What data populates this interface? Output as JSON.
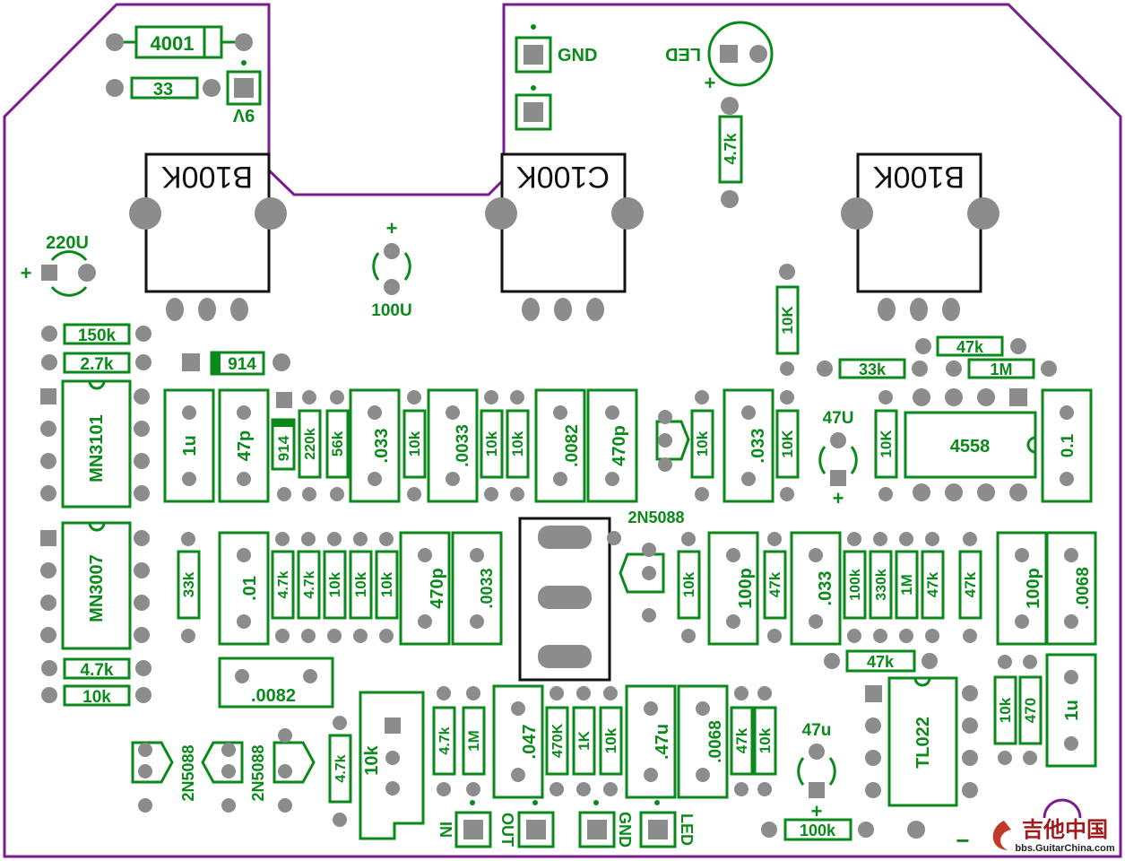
{
  "board": {
    "pots": [
      {
        "label": "B100K"
      },
      {
        "label": "C100K"
      },
      {
        "label": "B100K"
      }
    ],
    "ics": [
      "MN3101",
      "MN3007",
      "4558",
      "TL022"
    ],
    "top": {
      "diode_4001": "4001",
      "res_33": "33",
      "power_9v": "9V",
      "gnd": "GND",
      "led": "LED",
      "led_plus": "+",
      "res_led": "4.7k",
      "cap_220u": "220U",
      "cap_220u_plus": "+",
      "cap_100u": "100U",
      "cap_100u_plus": "+"
    },
    "left": {
      "r150k": "150k",
      "r2_7k": "2.7k",
      "d914": "914",
      "c1u": "1u",
      "c47p": "47p",
      "d914b": "914",
      "r220k": "220k",
      "r56k": "56k",
      "c033a": ".033",
      "r10k_a": "10k",
      "c0033a": ".0033",
      "r10k_b": "10k",
      "r10k_c": "10k",
      "c0082a": ".0082",
      "c470p_a": "470p",
      "r10k_d": "10k",
      "c033b": ".033",
      "r10k_e": "10K",
      "r10k_f": "10K",
      "c47u": "47U",
      "c47u_plus": "+",
      "r10k_g": "10K",
      "r47k_a": "47k",
      "r33k_a": "33k",
      "r1m_a": "1M",
      "c0_1": "0.1"
    },
    "middle": {
      "r33k_b": "33k",
      "c01": ".01",
      "r4_7k_a": "4.7k",
      "r4_7k_b": "4.7k",
      "r10k_h": "10k",
      "r10k_i": "10k",
      "r10k_j": "10k",
      "c470p_b": "470p",
      "c0033b": ".0033",
      "q_2n5088": "2N5088",
      "r10k_k": "10k",
      "c100p_a": "100p",
      "r47k_b": "47k",
      "c033c": ".033",
      "r100k_a": "100k",
      "r330k": "330k",
      "r1m_b": "1M",
      "r47k_c": "47k",
      "r47k_d": "47k",
      "c100p_b": "100p",
      "c0068a": ".0068",
      "r47k_e": "47k"
    },
    "bottom": {
      "r4_7k_c": "4.7k",
      "r10k_l": "10k",
      "c0082b": ".0082",
      "q1": "2N5088",
      "q2": "2N5088",
      "r4_7k_d": "4.7k",
      "pot10k": "10k",
      "r4_7k_e": "4.7k",
      "r1m_c": "1M",
      "c047": ".047",
      "r470k": "470K",
      "r1k": "1K",
      "r10k_m": "10k",
      "c47u_b": ".47u",
      "c0068b": ".0068",
      "r47k_f": "47k",
      "r10k_n": "10k",
      "c47u_c": "47u",
      "c47u_c_plus": "+",
      "r100k_b": "100k",
      "r10k_o": "10k",
      "r470": "470",
      "c1u_b": "1u",
      "in": "IN",
      "out": "OUT",
      "gnd2": "GND",
      "led2": "LED",
      "minus": "−"
    }
  },
  "watermark": {
    "cn": "吉他中国",
    "url": "bbs.GuitarChina.com"
  },
  "colors": {
    "silkscreen": "#0a8a1a",
    "pad": "#8c8c8c",
    "outline": "#7b1b8f",
    "pot": "#111111"
  }
}
